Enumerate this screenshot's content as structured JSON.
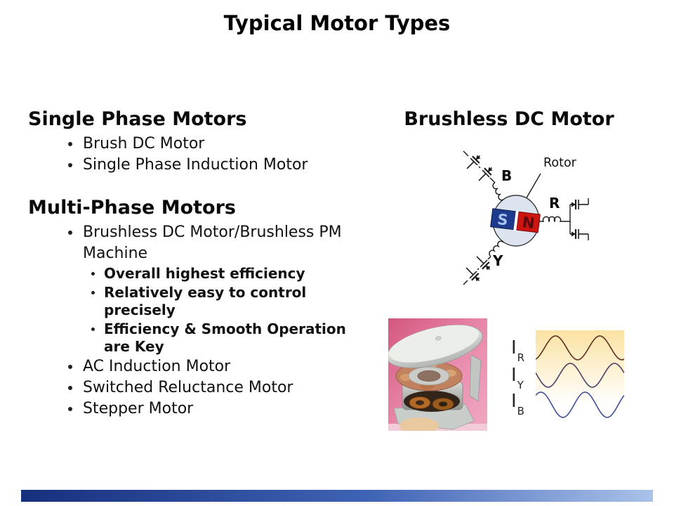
{
  "slide": {
    "title": "Typical Motor Types",
    "left": {
      "section1": {
        "heading": "Single Phase Motors",
        "bullets": [
          "Brush DC Motor",
          "Single Phase Induction Motor"
        ]
      },
      "section2": {
        "heading": "Multi-Phase Motors",
        "bullet1": "Brushless DC Motor/Brushless PM Machine",
        "sub_bullets": [
          "Overall highest efficiency",
          "Relatively easy to control precisely",
          "Efficiency & Smooth Operation are Key"
        ],
        "bullets": [
          "AC Induction Motor",
          "Switched Reluctance Motor",
          "Stepper Motor"
        ]
      }
    },
    "right": {
      "heading": "Brushless DC Motor",
      "diagram": {
        "rotor_label": "Rotor",
        "phase_labels": {
          "b": "B",
          "r": "R",
          "y": "Y"
        },
        "magnet": {
          "south": "S",
          "north": "N",
          "south_color": "#1e3a8c",
          "north_color": "#cc1410"
        },
        "rotor_fill": "#dce5ef"
      },
      "waveforms": {
        "type": "line",
        "cycles": 2,
        "labels": [
          {
            "base": "I",
            "sub": "R"
          },
          {
            "base": "I",
            "sub": "Y"
          },
          {
            "base": "I",
            "sub": "B"
          }
        ],
        "series": [
          {
            "name": "IR",
            "color": "#5e3020",
            "center": 25,
            "amplitude": 17,
            "phase": -1.25
          },
          {
            "name": "IY",
            "color": "#4a4066",
            "center": 64,
            "amplitude": 17,
            "phase": -3.34
          },
          {
            "name": "IB",
            "color": "#3f4f9e",
            "center": 106,
            "amplitude": 18,
            "phase": 0.84
          }
        ],
        "panel_top_color": "#fbe2a2",
        "panel_bottom_color": "#ffffff"
      }
    },
    "footer_bar": {
      "left_color": "#16307d",
      "mid_color": "#3f63b5",
      "right_color": "#aac2e9"
    }
  }
}
